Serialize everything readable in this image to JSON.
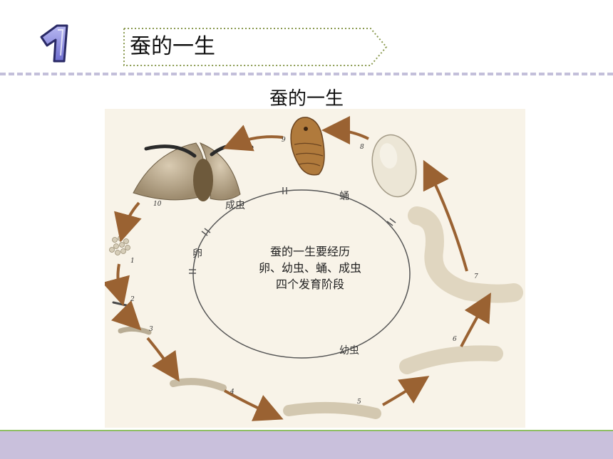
{
  "header": {
    "badge_icon": "number-one-badge-icon",
    "title": "蚕的一生"
  },
  "diagram": {
    "title": "蚕的一生",
    "stages": {
      "adult": "成虫",
      "pupa": "蛹",
      "egg": "卵",
      "larva": "幼虫"
    },
    "center_lines": [
      "蚕的一生要经历",
      "卵、幼虫、蛹、成虫",
      "四个发育阶段"
    ],
    "step_numbers": [
      "1",
      "2",
      "3",
      "4",
      "5",
      "6",
      "7",
      "8",
      "9",
      "10"
    ]
  },
  "colors": {
    "divider": "#c3bfda",
    "footer": "#c9c0dc",
    "footer_border": "#8fbf63",
    "badge_fill": "#8f8fe0",
    "arrow": "#9a6232",
    "diagram_bg": "#f8f3e8"
  }
}
